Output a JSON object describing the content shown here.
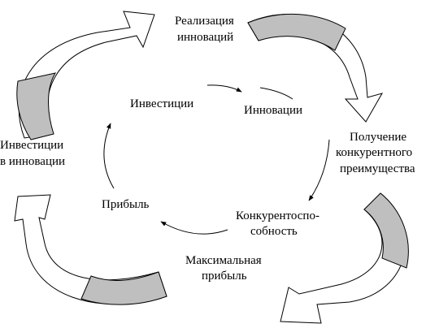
{
  "inner_cycle": {
    "investments": "Инвестиции",
    "innovations": "Инновации",
    "competitiveness_line1": "Конкурентоспо-",
    "competitiveness_line2": "собность",
    "profit": "Прибыль"
  },
  "outer_cycle": {
    "realization_line1": "Реализация",
    "realization_line2": "инноваций",
    "advantage_line1": "Получение",
    "advantage_line2": "конкурентного",
    "advantage_line3": "преимущества",
    "max_profit_line1": "Максимальная",
    "max_profit_line2": "прибыль",
    "invest_line1": "Инвестиции",
    "invest_line2": "в инновации"
  },
  "colors": {
    "shade": "#bfbfbf",
    "stroke": "#000000",
    "background": "#ffffff"
  }
}
